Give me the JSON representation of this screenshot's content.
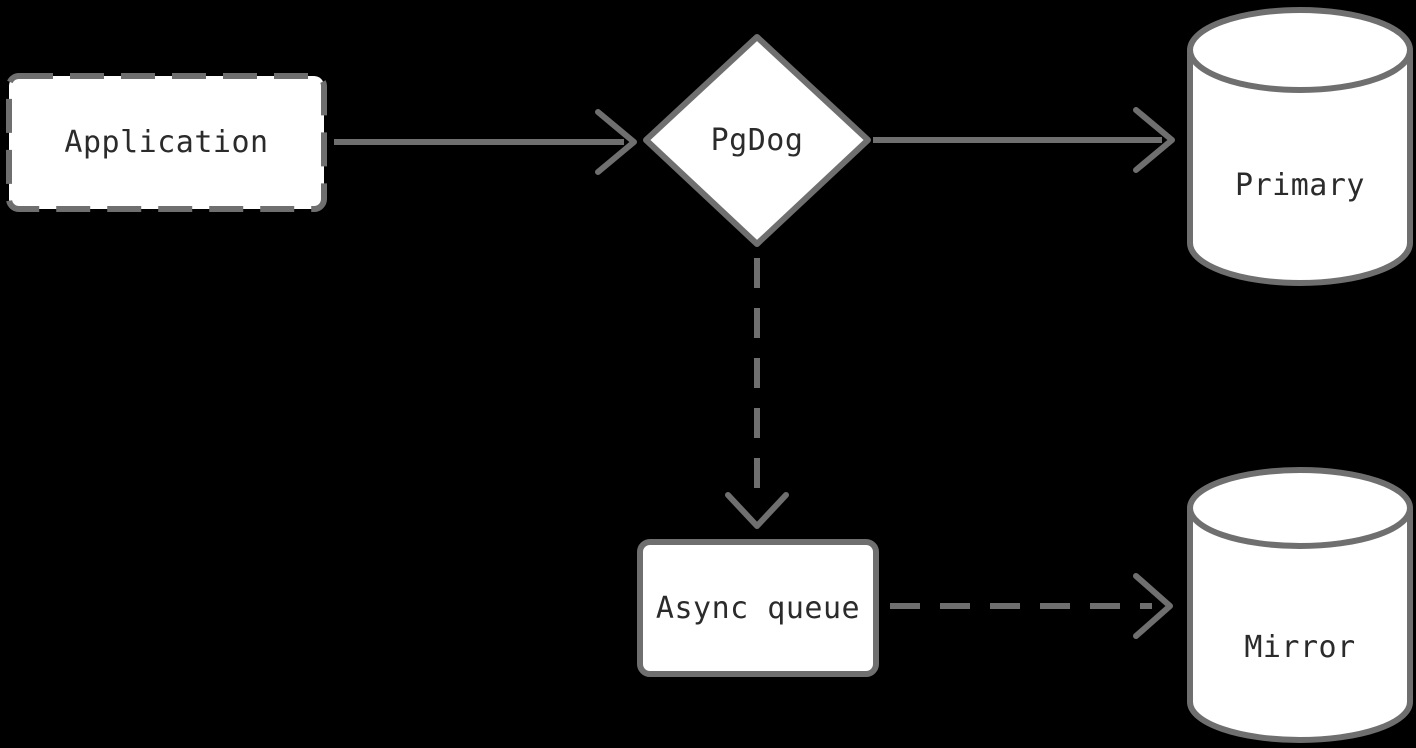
{
  "diagram": {
    "colors": {
      "background": "#000000",
      "shape_fill": "#ffffff",
      "stroke": "#6f6f6f",
      "text": "#2b2b2b"
    },
    "nodes": {
      "application": {
        "label": "Application",
        "shape": "dashed-rectangle"
      },
      "pgdog": {
        "label": "PgDog",
        "shape": "diamond"
      },
      "primary": {
        "label": "Primary",
        "shape": "database-cylinder"
      },
      "async_queue": {
        "label": "Async queue",
        "shape": "rectangle"
      },
      "mirror": {
        "label": "Mirror",
        "shape": "database-cylinder"
      }
    },
    "edges": [
      {
        "from": "application",
        "to": "pgdog",
        "style": "solid-arrow"
      },
      {
        "from": "pgdog",
        "to": "primary",
        "style": "solid-arrow"
      },
      {
        "from": "pgdog",
        "to": "async_queue",
        "style": "dashed-arrow"
      },
      {
        "from": "async_queue",
        "to": "mirror",
        "style": "dashed-arrow"
      }
    ]
  }
}
